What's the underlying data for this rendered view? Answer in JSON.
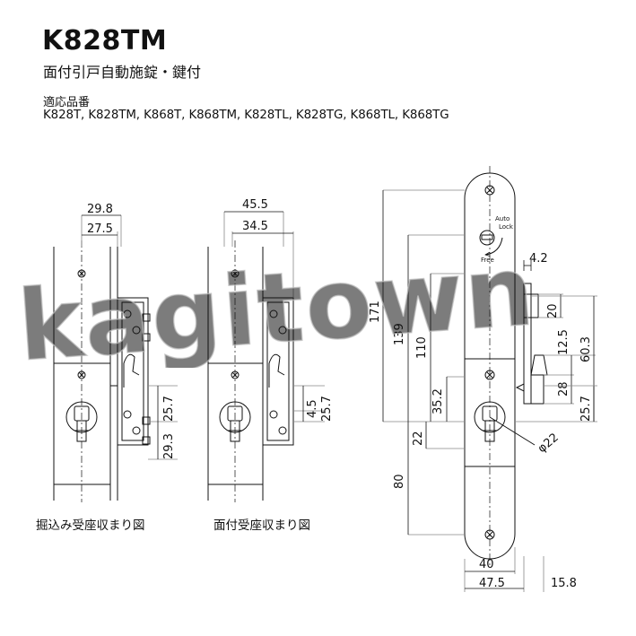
{
  "header": {
    "title": "K828TM",
    "subtitle": "面付引戸自動施錠・鍵付",
    "compat_heading": "適応品番",
    "compat_models": "K828T, K828TM, K868T, K868TM, K828TL, K828TG, K868TL, K868TG"
  },
  "left_view": {
    "caption": "掘込み受座収まり図",
    "dim_top_outer": "29.8",
    "dim_top_inner": "27.5",
    "dim_right_upper": "25.7",
    "dim_right_lower": "29.3"
  },
  "middle_view": {
    "caption": "面付受座収まり図",
    "dim_top_outer": "45.5",
    "dim_top_inner": "34.5",
    "dim_right_small": "4.5",
    "dim_right_upper": "25.7"
  },
  "right_view": {
    "dim_171": "171",
    "dim_139": "139",
    "dim_110": "110",
    "dim_35_2": "35.2",
    "dim_22": "22",
    "dim_80": "80",
    "dim_4_2": "4.2",
    "dim_20": "20",
    "dim_12_5": "12.5",
    "dim_60_3": "60.3",
    "dim_28": "28",
    "dim_25_7": "25.7",
    "dim_diameter": "φ22",
    "dim_40": "40",
    "dim_47_5": "47.5",
    "dim_15_8": "15.8",
    "label_auto": "Auto",
    "label_lock": "Lock",
    "label_free": "Free"
  },
  "watermark": "kagitown"
}
